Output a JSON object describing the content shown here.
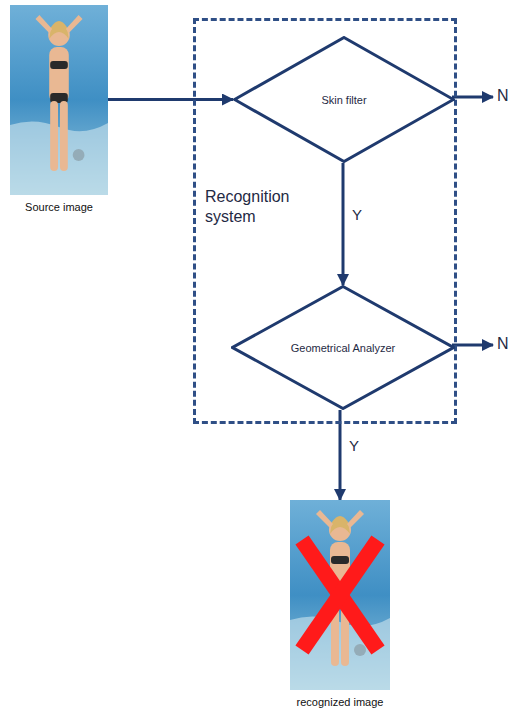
{
  "diagram": {
    "nodes": [
      {
        "text": [
          "Source image"
        ]
      },
      {
        "text": [
          "Recognition system"
        ]
      },
      {
        "text": [
          "Skin filter"
        ],
        "in": 1
      },
      {
        "text": [
          "Geometrical Analyzer"
        ],
        "in": 1
      },
      {
        "text": [
          "recognized image"
        ]
      }
    ],
    "edges": [
      {
        "from": 0,
        "to": 2,
        "arrow": "to"
      },
      {
        "from": 2,
        "to": 3,
        "arrow": "to",
        "label": "Y"
      },
      {
        "from": 3,
        "to": 4,
        "arrow": "to",
        "label": "Y"
      }
    ],
    "labels": [
      "N",
      "N"
    ]
  }
}
